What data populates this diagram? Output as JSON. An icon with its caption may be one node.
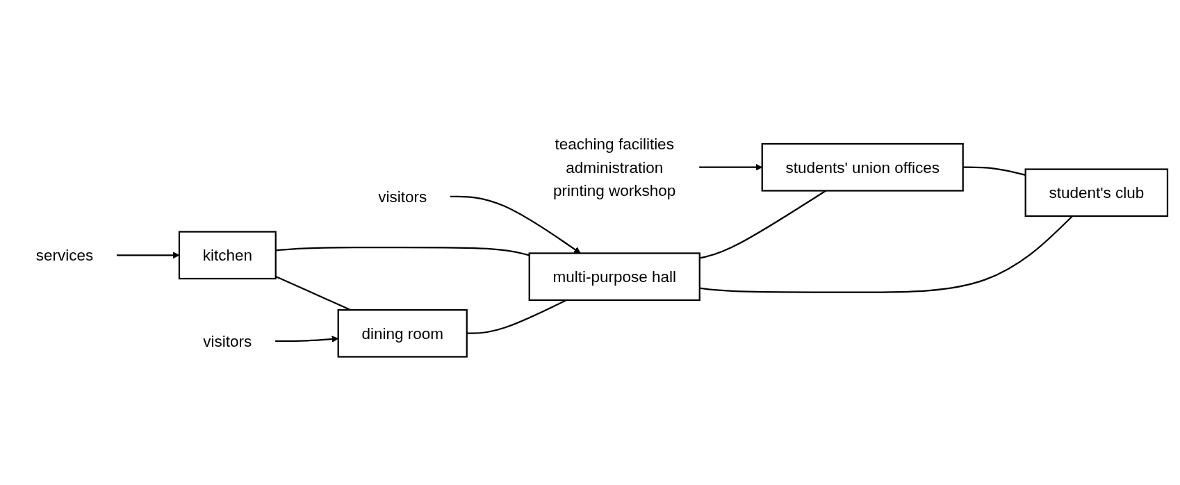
{
  "diagram": {
    "nodes": [
      {
        "text": [
          "services"
        ]
      },
      {
        "text": [
          "kitchen"
        ]
      },
      {
        "text": [
          "visitors"
        ]
      },
      {
        "text": [
          "students' union offices"
        ]
      },
      {
        "text": [
          "teaching facilities",
          "administration",
          "printing workshop"
        ]
      },
      {
        "text": [
          "multi-purpose hall"
        ]
      },
      {
        "text": [
          "dining room"
        ]
      },
      {
        "text": [
          "student's club"
        ]
      },
      {
        "text": [
          "visitors"
        ]
      }
    ],
    "edges": [
      {
        "from": 0,
        "to": 1,
        "arrow": "to"
      },
      {
        "from": 2,
        "to": 5,
        "arrow": "to"
      },
      {
        "from": 4,
        "to": 3,
        "arrow": "to"
      },
      {
        "from": 8,
        "to": 6,
        "arrow": "to"
      },
      {
        "from": 1,
        "to": 5,
        "arrow": "none"
      },
      {
        "from": 1,
        "to": 6,
        "arrow": "none"
      },
      {
        "from": 5,
        "to": 3,
        "arrow": "none"
      },
      {
        "from": 6,
        "to": 5,
        "arrow": "none"
      },
      {
        "from": 5,
        "to": 7,
        "arrow": "none"
      },
      {
        "from": 3,
        "to": 7,
        "arrow": "none"
      }
    ]
  }
}
